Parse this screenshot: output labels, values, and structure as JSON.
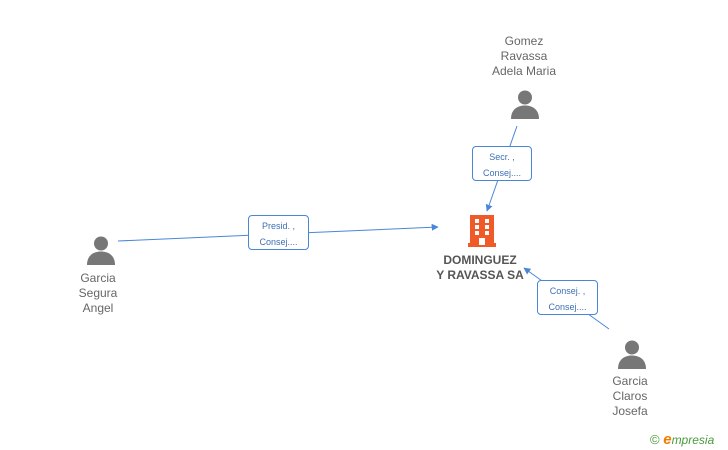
{
  "company": {
    "name_line1": "DOMINGUEZ",
    "name_line2": "Y RAVASSA SA",
    "icon": "building-icon",
    "color": "#f05a28"
  },
  "persons": {
    "gomez": {
      "line1": "Gomez",
      "line2": "Ravassa",
      "line3": "Adela Maria",
      "icon": "person-icon"
    },
    "segura": {
      "line1": "Garcia",
      "line2": "Segura",
      "line3": "Angel",
      "icon": "person-icon"
    },
    "claros": {
      "line1": "Garcia",
      "line2": "Claros",
      "line3": "Josefa",
      "icon": "person-icon"
    }
  },
  "roles": {
    "gomez": {
      "line1": "Secr. ,",
      "line2": "Consej...."
    },
    "segura": {
      "line1": "Presid. ,",
      "line2": "Consej...."
    },
    "claros": {
      "line1": "Consej. ,",
      "line2": "Consej...."
    }
  },
  "colors": {
    "edge": "#4a86d8",
    "person": "#777777"
  },
  "brand": {
    "copyright": "©",
    "e": "e",
    "rest": "mpresia"
  }
}
